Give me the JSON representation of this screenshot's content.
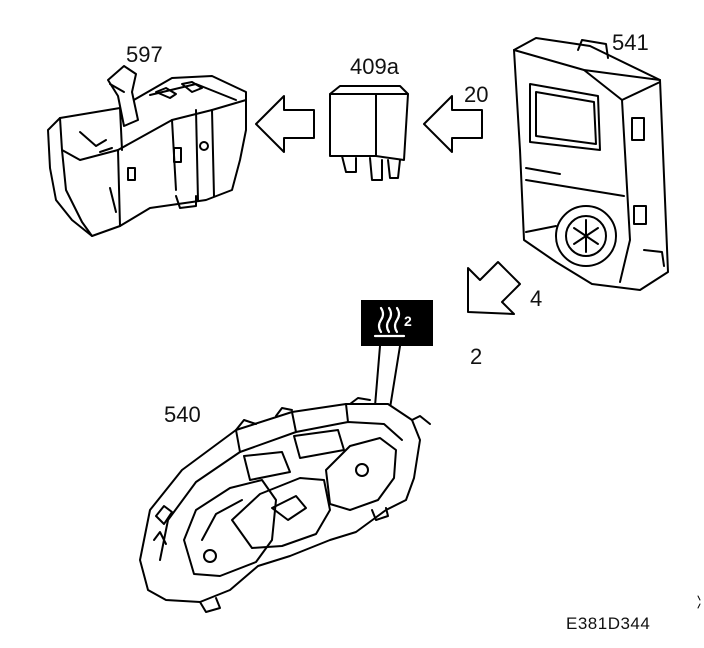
{
  "labels": {
    "heater": "597",
    "relay": "409a",
    "signal_20": "20",
    "control_module": "541",
    "signal_4": "4",
    "signal_2": "2",
    "instrument_cluster": "540"
  },
  "symbol": {
    "icon": "heater-icon",
    "text": "2"
  },
  "figure_code": "E381D344",
  "colors": {
    "line": "#000000",
    "background": "#ffffff"
  }
}
